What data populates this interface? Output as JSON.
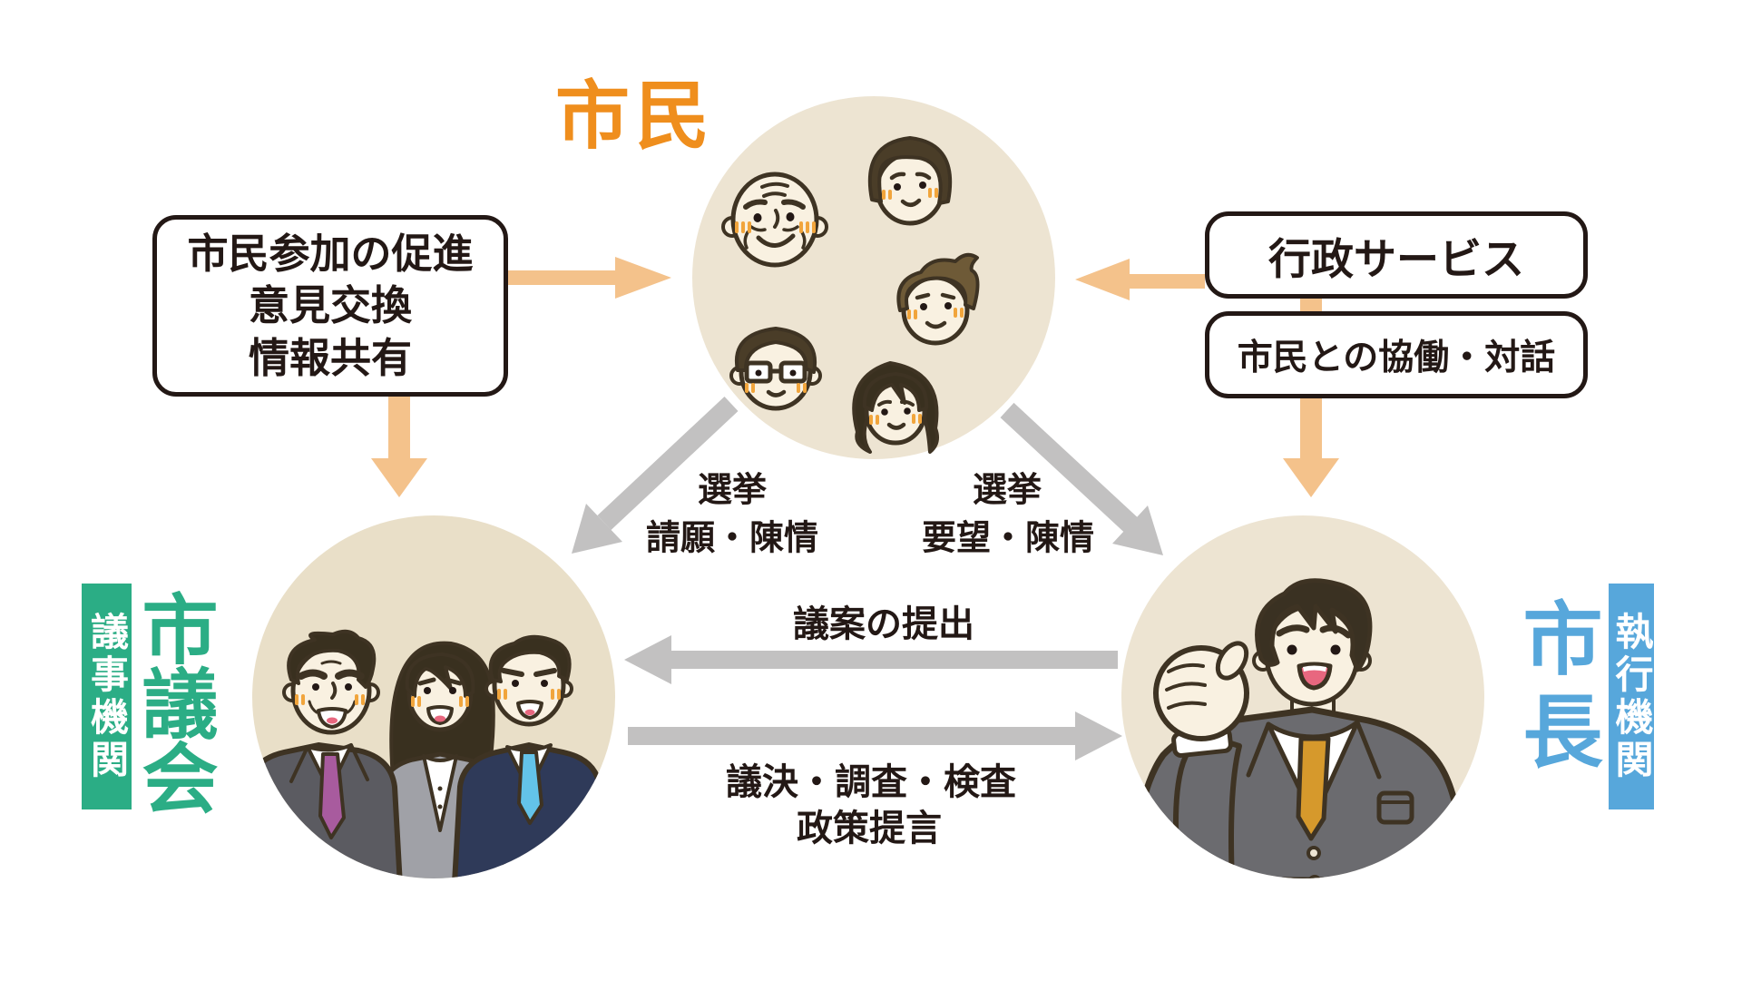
{
  "palette": {
    "accent_orange": "#EF8E1D",
    "arrow_orange": "#F4C28B",
    "arrow_gray": "#C2C1C1",
    "accent_green": "#2BAD85",
    "accent_blue": "#57A7DB",
    "ink": "#231815",
    "circle_beige": "#EDE4D2",
    "circle_beige_dark": "#E9DFC8"
  },
  "actors": {
    "citizens": {
      "label": "市民"
    },
    "council": {
      "label": "市議会",
      "badge": "議事機関"
    },
    "mayor": {
      "label": "市長",
      "badge": "執行機関"
    }
  },
  "callouts": {
    "left": {
      "lines": [
        "市民参加の促進",
        "意見交換",
        "情報共有"
      ]
    },
    "right_top": {
      "label": "行政サービス"
    },
    "right_bottom": {
      "label": "市民との協働・対話"
    }
  },
  "edges": {
    "citizens_to_council": {
      "lines": [
        "選挙",
        "請願・陳情"
      ]
    },
    "citizens_to_mayor": {
      "lines": [
        "選挙",
        "要望・陳情"
      ]
    },
    "mayor_to_council": {
      "label": "議案の提出"
    },
    "council_to_mayor": {
      "lines": [
        "議決・調査・検査",
        "政策提言"
      ]
    }
  }
}
